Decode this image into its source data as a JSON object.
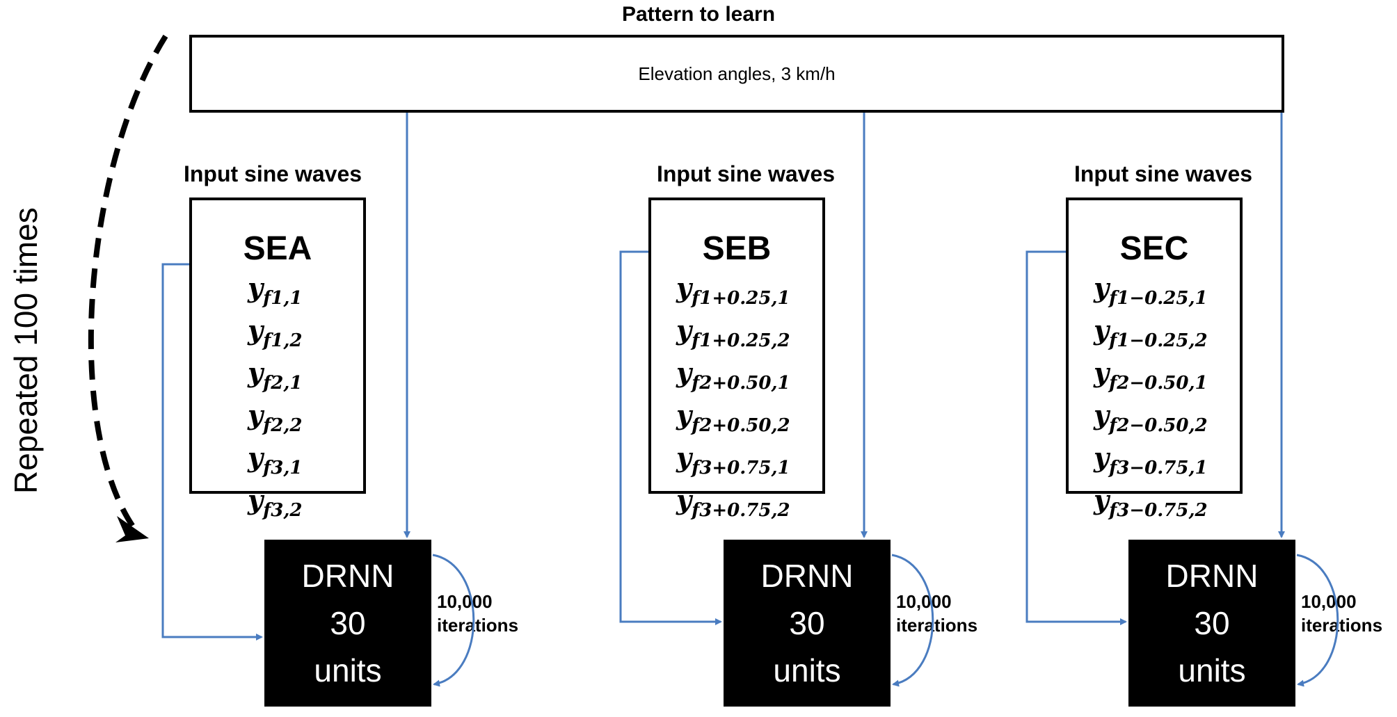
{
  "title": "Pattern to learn",
  "pattern_box": {
    "text": "Elevation angles, 3 km/h"
  },
  "repeat_label": "Repeated 100 times",
  "groups": [
    {
      "section_label": "Input sine waves",
      "set_name": "SEA",
      "terms": [
        {
          "f": "f1",
          "i": "1"
        },
        {
          "f": "f1",
          "i": "2"
        },
        {
          "f": "f2",
          "i": "1"
        },
        {
          "f": "f2",
          "i": "2"
        },
        {
          "f": "f3",
          "i": "1"
        },
        {
          "f": "f3",
          "i": "2"
        }
      ],
      "drnn_lines": [
        "DRNN",
        "30",
        "units"
      ],
      "iterations_lines": [
        "10,000",
        "iterations"
      ]
    },
    {
      "section_label": "Input sine waves",
      "set_name": "SEB",
      "terms": [
        {
          "f": "f1+0.25",
          "i": "1"
        },
        {
          "f": "f1+0.25",
          "i": "2"
        },
        {
          "f": "f2+0.50",
          "i": "1"
        },
        {
          "f": "f2+0.50",
          "i": "2"
        },
        {
          "f": "f3+0.75",
          "i": "1"
        },
        {
          "f": "f3+0.75",
          "i": "2"
        }
      ],
      "drnn_lines": [
        "DRNN",
        "30",
        "units"
      ],
      "iterations_lines": [
        "10,000",
        "iterations"
      ]
    },
    {
      "section_label": "Input sine waves",
      "set_name": "SEC",
      "terms": [
        {
          "f": "f1−0.25",
          "i": "1"
        },
        {
          "f": "f1−0.25",
          "i": "2"
        },
        {
          "f": "f2−0.50",
          "i": "1"
        },
        {
          "f": "f2−0.50",
          "i": "2"
        },
        {
          "f": "f3−0.75",
          "i": "1"
        },
        {
          "f": "f3−0.75",
          "i": "2"
        }
      ],
      "drnn_lines": [
        "DRNN",
        "30",
        "units"
      ],
      "iterations_lines": [
        "10,000",
        "iterations"
      ]
    }
  ],
  "colors": {
    "arrow": "#4a7cc0",
    "box_border": "#000000",
    "drnn_fill": "#000000",
    "dashed_arrow": "#000000"
  }
}
